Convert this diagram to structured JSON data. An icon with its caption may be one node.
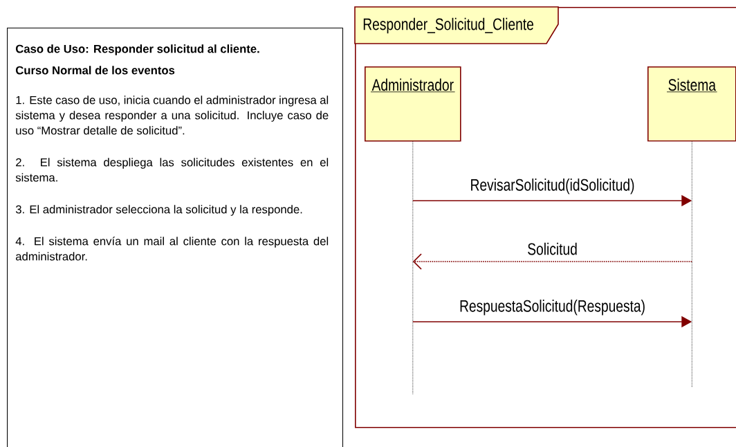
{
  "diagram": {
    "nodes": [
      {
        "text": [
          "Caso de Uso: Responder solicitud al cliente.",
          "Curso Normal de los eventos",
          "1. Este caso de uso, inicia cuando el administrador ingresa al sistema y desea responder a una solicitud. Incluye caso de uso “Mostrar detalle de solicitud”.",
          "2. El sistema despliega las solicitudes existentes en el sistema.",
          "3. El administrador selecciona la solicitud y la responde.",
          "4. El sistema envía un mail al cliente con la respuesta del administrador."
        ]
      },
      {
        "text": [
          "Responder_Solicitud_Cliente"
        ]
      },
      {
        "text": [
          "Administrador"
        ],
        "in": 1
      },
      {
        "text": [
          "Sistema"
        ],
        "in": 1
      }
    ],
    "edges": [
      {
        "from": 2,
        "to": 3,
        "arrow": "to",
        "label": "RevisarSolicitud(idSolicitud)"
      },
      {
        "from": 3,
        "to": 2,
        "arrow": "to",
        "label": "Solicitud",
        "style": "dashed"
      },
      {
        "from": 2,
        "to": 3,
        "arrow": "to",
        "label": "RespuestaSolicitud(Respuesta)"
      }
    ]
  }
}
